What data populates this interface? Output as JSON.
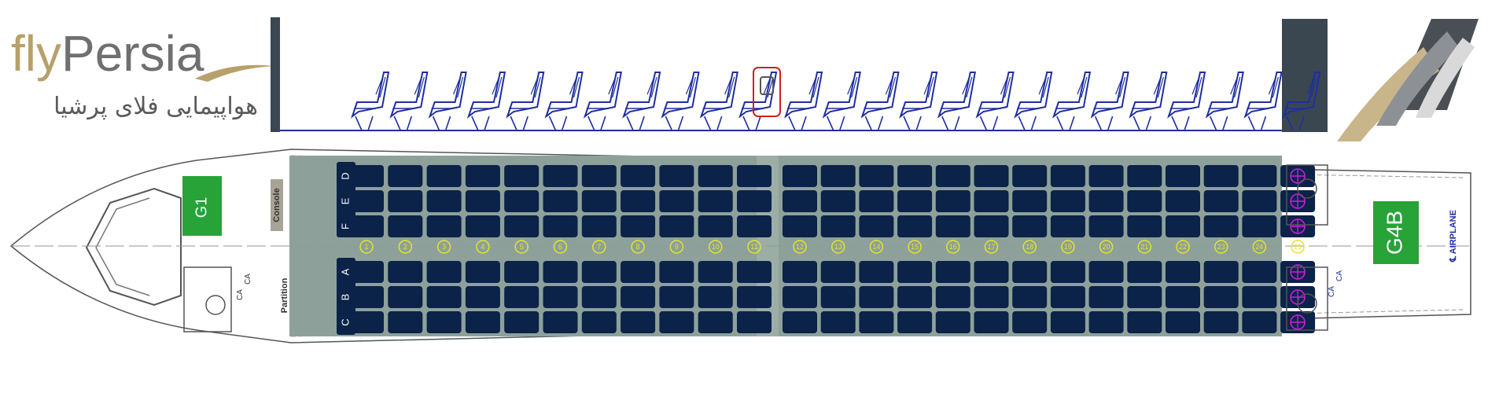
{
  "brand": {
    "name_part1": "fly",
    "name_part2": "Persia",
    "subtitle": "هواپیمایی فلای پرشیا"
  },
  "layout": {
    "rows_forward": [
      1,
      2,
      3,
      4,
      5,
      6,
      7,
      8,
      9,
      10,
      11
    ],
    "rows_aft": [
      12,
      13,
      14,
      15,
      16,
      17,
      18,
      19,
      20,
      21,
      22,
      23,
      24,
      25
    ],
    "seat_letters_top": [
      "D",
      "E",
      "F"
    ],
    "seat_letters_bottom": [
      "A",
      "B",
      "C"
    ]
  },
  "labels": {
    "galley_forward": "G1",
    "galley_aft": "G4B",
    "console": "Console",
    "partition": "Partition",
    "centerline": "℄ AIRPLANE",
    "crew_seat": "CA"
  },
  "colors": {
    "seat": "#0b2249",
    "cabin_floor": "#8da19a",
    "galley": "#27a338",
    "row_marker": "#e4e42a",
    "side_view_seat": "#1f2fa0",
    "exit_marker": "#c81de0",
    "door_frame": "#d21f1f",
    "wall": "#3a4751",
    "brand_gold": "#b8a06a",
    "brand_grey": "#6f6f6f"
  }
}
